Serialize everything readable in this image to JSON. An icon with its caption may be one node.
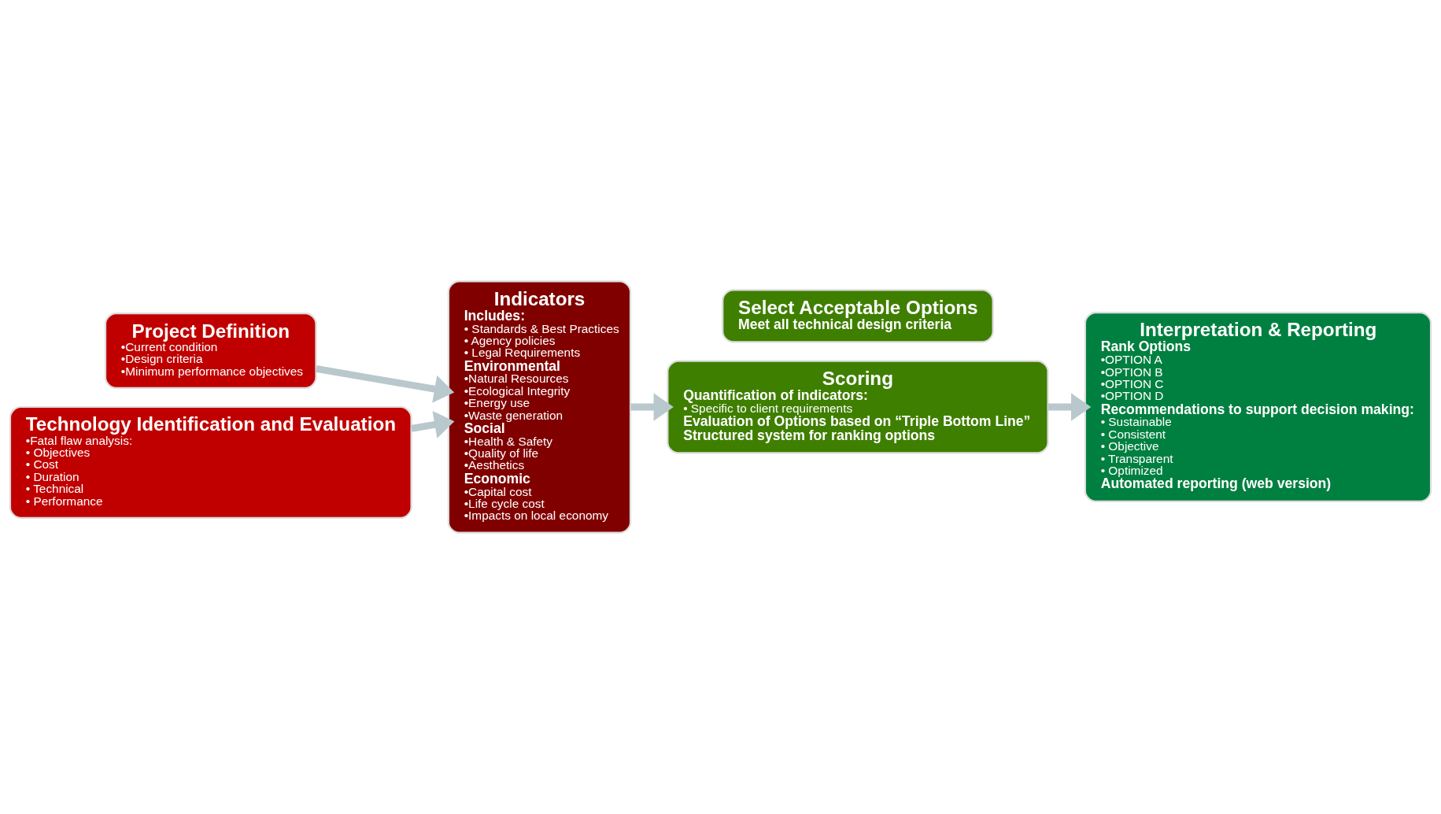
{
  "diagram": {
    "nodes": [
      {
        "text": [
          "Project Definition",
          "•Current condition",
          "•Design criteria",
          "•Minimum performance objectives"
        ]
      },
      {
        "text": [
          "Technology Identification and Evaluation",
          "•Fatal flaw analysis:",
          "• Objectives",
          "• Cost",
          "• Duration",
          "• Technical",
          "• Performance"
        ]
      },
      {
        "text": [
          "Indicators",
          "Includes:",
          "• Standards & Best Practices",
          "• Agency policies",
          "• Legal Requirements",
          "Environmental",
          "•Natural Resources",
          "•Ecological Integrity",
          "•Energy use",
          "•Waste generation",
          "Social",
          "•Health & Safety",
          "•Quality of life",
          "•Aesthetics",
          "Economic",
          "•Capital cost",
          "•Life cycle cost",
          "•Impacts on local economy"
        ]
      },
      {
        "text": [
          "Select Acceptable Options",
          "Meet all technical design criteria"
        ]
      },
      {
        "text": [
          "Scoring",
          "Quantification of indicators:",
          "• Specific to client requirements",
          "Evaluation of Options based on “Triple Bottom Line”",
          "Structured system for ranking options"
        ]
      },
      {
        "text": [
          "Interpretation & Reporting",
          "Rank Options",
          "•OPTION A",
          "•OPTION B",
          "•OPTION C",
          "•OPTION D",
          "Recommendations to support decision making:",
          "• Sustainable",
          "• Consistent",
          "• Objective",
          "• Transparent",
          "• Optimized",
          "Automated reporting (web version)"
        ]
      }
    ],
    "edges": [
      {
        "from": 0,
        "to": 2,
        "arrow": "to"
      },
      {
        "from": 1,
        "to": 2,
        "arrow": "to"
      },
      {
        "from": 2,
        "to": 4,
        "arrow": "to"
      },
      {
        "from": 4,
        "to": 5,
        "arrow": "to"
      }
    ]
  }
}
